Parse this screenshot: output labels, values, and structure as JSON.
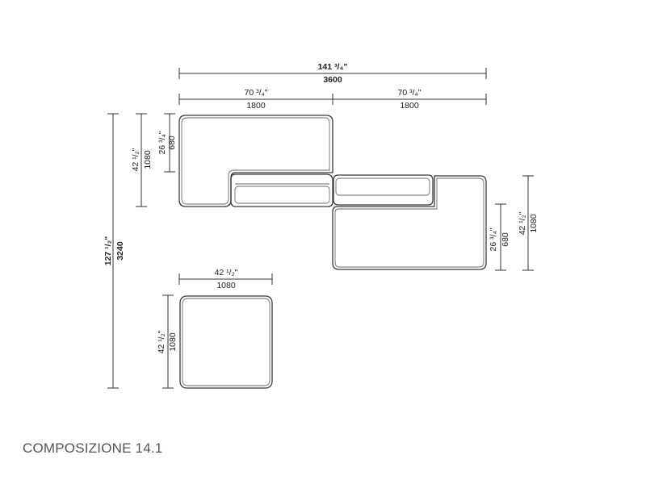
{
  "caption": "COMPOSIZIONE 14.1",
  "dimensions": {
    "total_width_in": "141 ³/₄\"",
    "total_width_mm": "3600",
    "left_width_in": "70 ³/₄\"",
    "left_width_mm": "1800",
    "right_width_in": "70 ³/₄\"",
    "right_width_mm": "1800",
    "total_height_in": "127 ¹/₂\"",
    "total_height_mm": "3240",
    "left_depth_in": "42 ¹/₂\"",
    "left_depth_mm": "1080",
    "left_arm_in": "26 ³/₄\"",
    "left_arm_mm": "680",
    "right_arm_in": "26 ³/₄\"",
    "right_arm_mm": "680",
    "right_depth_in": "42 ¹/₂\"",
    "right_depth_mm": "1080",
    "ottoman_width_in": "42 ¹/₂\"",
    "ottoman_width_mm": "1080",
    "ottoman_depth_in": "42 ¹/₂\"",
    "ottoman_depth_mm": "1080"
  }
}
